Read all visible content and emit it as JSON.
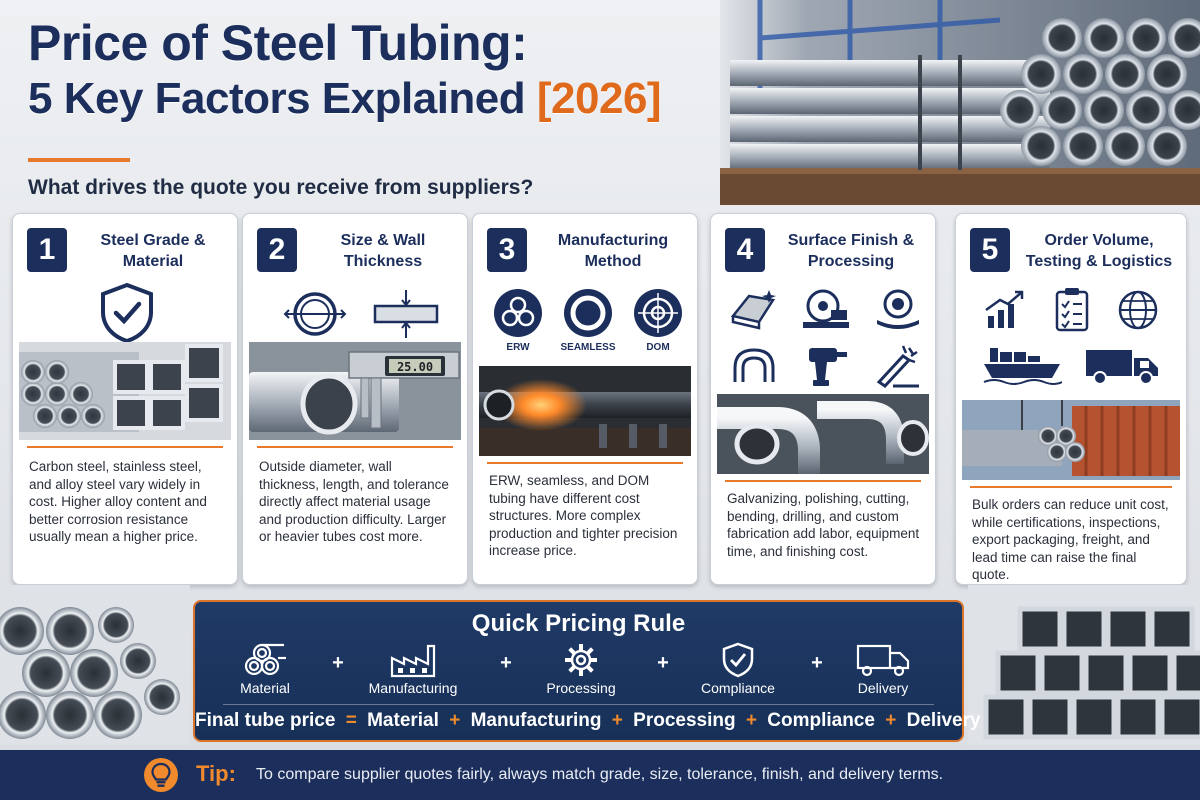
{
  "header": {
    "title_line1": "Price of Steel Tubing:",
    "title_line2": "5 Key Factors Explained",
    "year_tag": "[2026]",
    "subtitle": "What drives the quote you receive from suppliers?"
  },
  "colors": {
    "navy": "#1c2e5c",
    "accent_orange": "#e67a2a",
    "panel_blue": "#1f3a66"
  },
  "factors": [
    {
      "number": "1",
      "title": "Steel Grade & Material",
      "icons": [
        "shield-check-icon"
      ],
      "description": "Carbon steel, stainless steel, and alloy steel vary widely in cost. Higher alloy content and better corrosion resistance usually mean a higher price."
    },
    {
      "number": "2",
      "title": "Size & Wall Thickness",
      "icons": [
        "diameter-icon",
        "wall-thickness-icon"
      ],
      "caliper_reading": "25.00",
      "description": "Outside diameter, wall thickness, length, and tolerance directly affect material usage and production difficulty. Larger or heavier tubes cost more."
    },
    {
      "number": "3",
      "title": "Manufacturing Method",
      "icons": [
        "erw-icon",
        "seamless-icon",
        "dom-icon"
      ],
      "icon_labels": [
        "ERW",
        "SEAMLESS",
        "DOM"
      ],
      "description": "ERW, seamless, and DOM tubing have different cost structures. More complex production and tighter precision increase price."
    },
    {
      "number": "4",
      "title": "Surface Finish & Processing",
      "icons": [
        "polish-sheet-icon",
        "cutting-saw-icon",
        "drill-tube-icon",
        "bend-icon",
        "power-drill-icon",
        "welding-torch-icon"
      ],
      "description": "Galvanizing, polishing, cutting, bending, drilling, and custom fabrication add labor, equipment time, and finishing cost."
    },
    {
      "number": "5",
      "title": "Order Volume, Testing & Logistics",
      "icons": [
        "growth-chart-icon",
        "checklist-icon",
        "globe-icon",
        "cargo-ship-icon",
        "delivery-truck-icon"
      ],
      "description": "Bulk orders can reduce unit cost, while certifications, inspections, export packaging, freight, and lead time can raise the final quote."
    }
  ],
  "pricing_rule": {
    "title": "Quick Pricing Rule",
    "items": [
      {
        "label": "Material",
        "icon": "pipes-icon"
      },
      {
        "label": "Manufacturing",
        "icon": "factory-icon"
      },
      {
        "label": "Processing",
        "icon": "gear-icon"
      },
      {
        "label": "Compliance",
        "icon": "shield-check-icon"
      },
      {
        "label": "Delivery",
        "icon": "delivery-truck-icon"
      }
    ],
    "plus": "+",
    "formula_lhs": "Final tube price",
    "formula_eq": "=",
    "formula_terms": [
      "Material",
      "Manufacturing",
      "Processing",
      "Compliance",
      "Delivery"
    ]
  },
  "tip": {
    "label": "Tip:",
    "text": "To compare supplier quotes fairly, always match grade, size, tolerance, finish, and delivery terms."
  }
}
